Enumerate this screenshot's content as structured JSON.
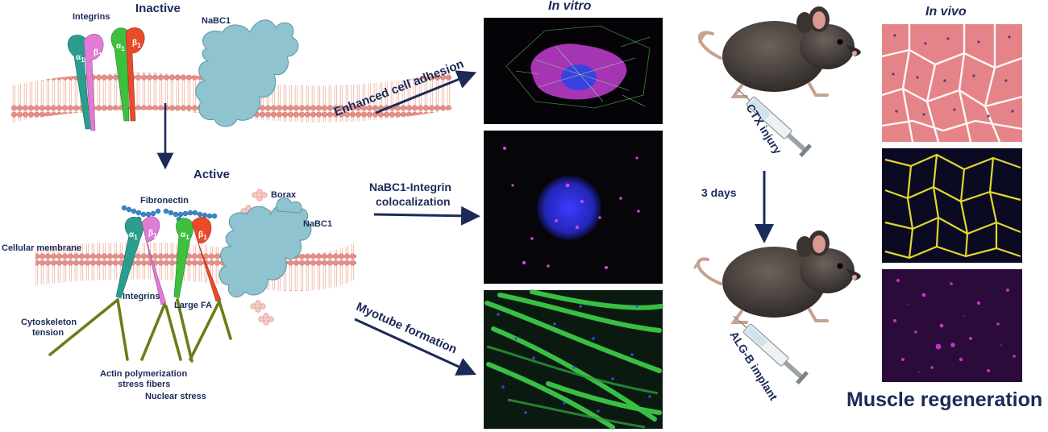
{
  "left": {
    "inactive_title": "Inactive",
    "active_title": "Active",
    "integrins_top": "Integrins",
    "nabc1_top": "NaBC1",
    "fibronectin": "Fibronectin",
    "borax": "Borax",
    "nabc1_active": "NaBC1",
    "cellular_membrane": "Cellular membrane",
    "integrins_bottom": "Integrins",
    "large_fa": "Large FA",
    "cytoskeleton_line1": "Cytoskeleton",
    "cytoskeleton_line2": "tension",
    "actin_line1": "Actin polymerization",
    "actin_line2": "stress fibers",
    "nuclear_stress": "Nuclear stress",
    "subunit_alpha": "α",
    "subunit_beta": "β",
    "subunit_index": "1"
  },
  "middle": {
    "in_vitro": "In vitro",
    "enhanced": "Enhanced cell adhesion",
    "coloc_line1": "NaBC1-Integrin",
    "coloc_line2": "colocalization",
    "myotube": "Myotube formation"
  },
  "right": {
    "ctx": "CTX injury",
    "days": "3 days",
    "alg": "ALG-B implant",
    "in_vivo": "In vivo",
    "muscle": "Muscle regeneration"
  },
  "colors": {
    "navy": "#1b2a59",
    "membrane_head": "#e68f86",
    "membrane_tail": "#f2c3b5",
    "nabc1": "#8fc3cf",
    "alpha_teal": "#2a9d8f",
    "beta_pink": "#e07bd6",
    "alpha_green": "#3fbf3f",
    "beta_red": "#e84a2a",
    "fiber": "#6b7d1a",
    "fibronectin": "#3a86c8"
  }
}
